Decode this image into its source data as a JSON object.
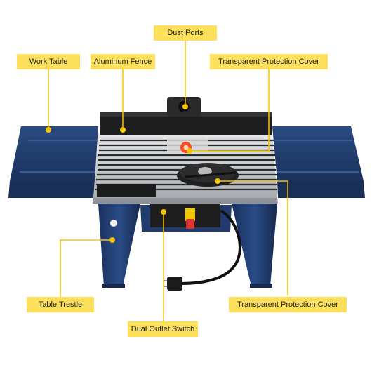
{
  "callouts": {
    "dust_ports": "Dust Ports",
    "work_table": "Work Table",
    "aluminum_fence": "Aluminum Fence",
    "protection_cover_top": "Transparent Protection Cover",
    "table_trestle": "Table Trestle",
    "protection_cover_bottom": "Transparent Protection Cover",
    "dual_outlet_switch": "Dual Outlet Switch"
  },
  "colors": {
    "label_fill": "#fcdf5a",
    "leader_line": "#f5c400",
    "table_blue": "#1f3a68",
    "aluminum": "#c9ccd0",
    "switch_red": "#d9342b"
  }
}
